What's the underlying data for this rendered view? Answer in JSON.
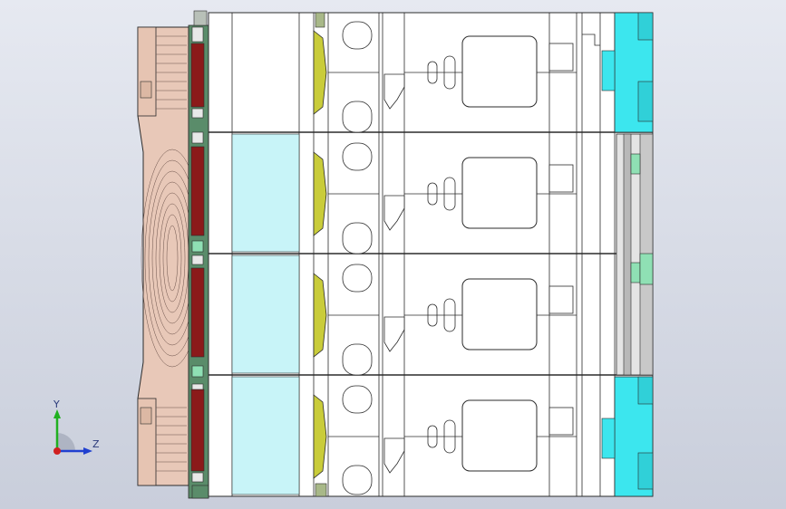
{
  "viewport": {
    "background_top": "#e6e9f1",
    "background_bottom": "#c9cedb"
  },
  "model": {
    "module_count": 4,
    "colors": {
      "body_outline": "#2b2b2b",
      "face_white": "#ffffff",
      "pink_cover": "#e8c8b8",
      "dark_red": "#8b1a1a",
      "green_strip": "#5a8c6a",
      "cyan_window": "#c8f4f8",
      "yellow_lens": "#c9cc3a",
      "cyan_terminal": "#3ce6ee",
      "gray_terminal": "#b8b8b8",
      "mint": "#8fe0b4"
    }
  },
  "triad": {
    "y_label": "Y",
    "z_label": "Z",
    "y_color": "#20b020",
    "z_color": "#2040d0",
    "origin_color": "#d02020"
  }
}
